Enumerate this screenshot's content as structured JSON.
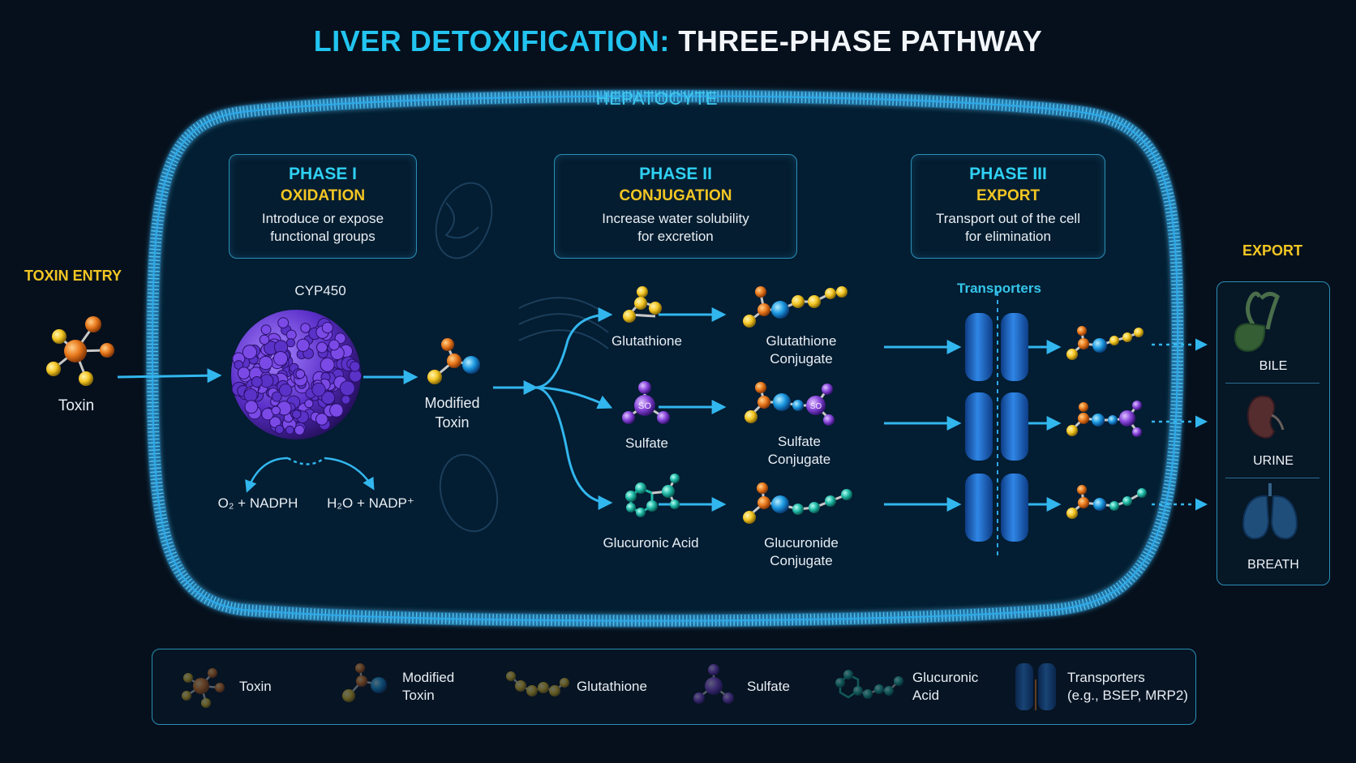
{
  "title": {
    "part1": "LIVER DETOXIFICATION:",
    "part2": "THREE-PHASE PATHWAY"
  },
  "cell_label": "HEPATOCYTE",
  "toxin_entry": {
    "heading": "TOXIN ENTRY",
    "label": "Toxin"
  },
  "phases": [
    {
      "phase": "PHASE I",
      "name": "OXIDATION",
      "desc1": "Introduce or expose",
      "desc2": "functional groups"
    },
    {
      "phase": "PHASE II",
      "name": "CONJUGATION",
      "desc1": "Increase water solubility",
      "desc2": "for excretion"
    },
    {
      "phase": "PHASE III",
      "name": "EXPORT",
      "desc1": "Transport out of the cell",
      "desc2": "for elimination"
    }
  ],
  "phase1": {
    "enzyme": "CYP450",
    "input": "O₂ + NADPH",
    "output": "H₂O + NADP⁺",
    "product_line1": "Modified",
    "product_line2": "Toxin"
  },
  "phase2": {
    "reagents": [
      {
        "name": "Glutathione",
        "conj1": "Glutathione",
        "conj2": "Conjugate"
      },
      {
        "name": "Sulfate",
        "conj1": "Sulfate",
        "conj2": "Conjugate"
      },
      {
        "name": "Glucuronic Acid",
        "conj1": "Glucuronide",
        "conj2": "Conjugate"
      }
    ],
    "sulfate_symbol": "SO"
  },
  "phase3": {
    "transporters_label": "Transporters"
  },
  "export": {
    "heading": "EXPORT",
    "routes": [
      "BILE",
      "URINE",
      "BREATH"
    ]
  },
  "legend": [
    {
      "line1": "Toxin",
      "line2": ""
    },
    {
      "line1": "Modified",
      "line2": "Toxin"
    },
    {
      "line1": "Glutathione",
      "line2": ""
    },
    {
      "line1": "Sulfate",
      "line2": ""
    },
    {
      "line1": "Glucuronic",
      "line2": "Acid"
    },
    {
      "line1": "Transporters",
      "line2": "(e.g., BSEP, MRP2)"
    }
  ],
  "colors": {
    "cyan": "#22c4f0",
    "yellow": "#f3c623",
    "orange": "#e8781c",
    "purple": "#7a3fd0",
    "teal": "#1fb8a6",
    "blue": "#1e78d8"
  }
}
